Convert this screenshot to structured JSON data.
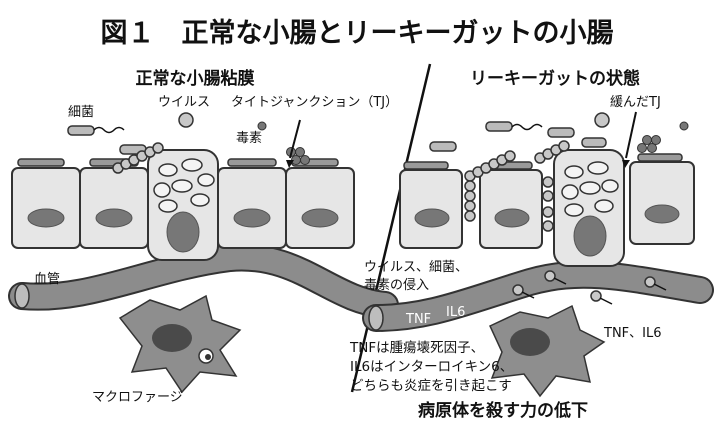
{
  "title": "図１　正常な小腸とリーキーガットの小腸",
  "left_panel": {
    "heading": "正常な小腸粘膜",
    "labels": {
      "bacteria": "細菌",
      "virus": "ウイルス",
      "tight_junction": "タイトジャンクション（TJ）",
      "toxin": "毒素",
      "blood_vessel": "血管",
      "macrophage": "マクロファージ"
    }
  },
  "right_panel": {
    "heading": "リーキーガットの状態",
    "labels": {
      "loose_tj": "緩んだTJ",
      "invasion_line1": "ウイルス、細菌、",
      "invasion_line2": "毒素の侵入",
      "vessel_tnf": "TNF",
      "vessel_il6": "IL6",
      "cytokines": "TNF、IL6"
    },
    "note_lines": [
      "TNFは腫瘍壊死因子、",
      "IL6はインターロイキン6、",
      "どちらも炎症を引き起こす"
    ],
    "conclusion": "病原体を殺す力の低下"
  },
  "colors": {
    "cell_fill": "#e6e6e6",
    "vessel_fill": "#8c8c8c",
    "nucleus_fill": "#777777",
    "outline": "#333333"
  }
}
